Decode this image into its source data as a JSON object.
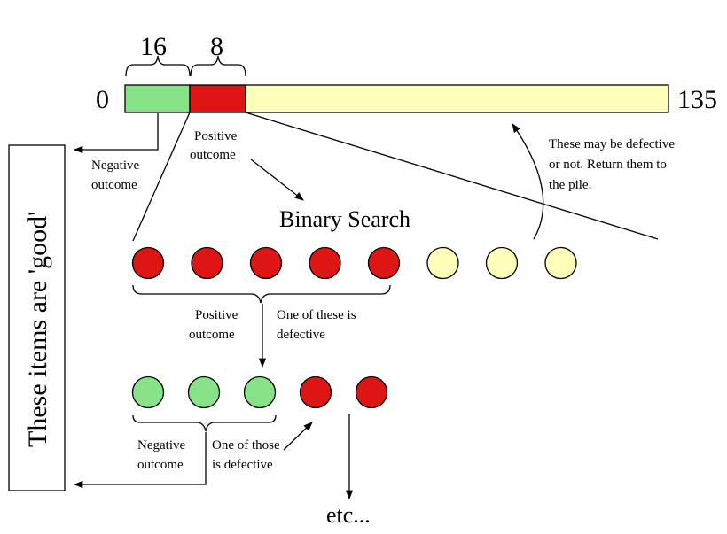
{
  "colors": {
    "green": "#88e288",
    "red": "#dd1515",
    "yellow": "#ffffbb",
    "stroke": "#000000"
  },
  "bar": {
    "start_label": "0",
    "end_label": "135",
    "brace_first_label": "16",
    "brace_second_label": "8"
  },
  "good_box": {
    "label": "These items are 'good'"
  },
  "labels": {
    "positive_top_line1": "Positive",
    "positive_top_line2": "outcome",
    "negative_top_line1": "Negative",
    "negative_top_line2": "outcome",
    "return_line1": "These may be defective",
    "return_line2": "or not. Return them to",
    "return_line3": "the pile.",
    "binary_search": "Binary Search",
    "positive_mid_line1": "Positive",
    "positive_mid_line2": "outcome",
    "defective_mid_line1": "One of these is",
    "defective_mid_line2": "defective",
    "negative_bottom_line1": "Negative",
    "negative_bottom_line2": "outcome",
    "defective_bottom_line1": "One of those",
    "defective_bottom_line2": "is defective",
    "etc": "etc..."
  },
  "row1": [
    "red",
    "red",
    "red",
    "red",
    "red",
    "yellow",
    "yellow",
    "yellow"
  ],
  "row2": [
    "green",
    "green",
    "green",
    "red",
    "red"
  ]
}
